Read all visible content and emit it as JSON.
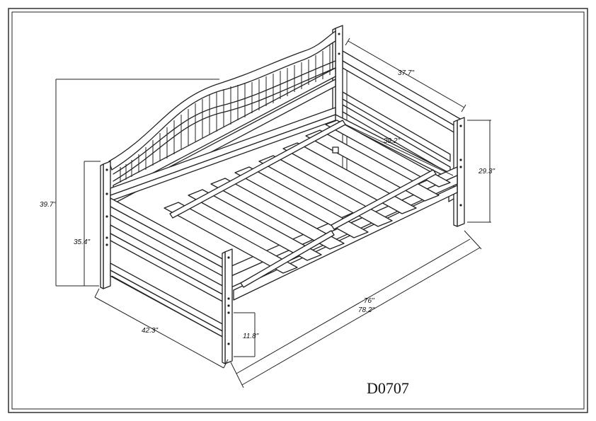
{
  "drawing": {
    "model_code": "D0707",
    "dimensions": {
      "total_height": "39.7\"",
      "end_post_height": "35.4\"",
      "width": "42.3\"",
      "leg_height": "11.8\"",
      "inner_length": "76\"",
      "outer_length": "78.2\"",
      "back_length": "37.7\"",
      "inner_width": "39.2\"",
      "back_post_height": "29.3\""
    }
  }
}
